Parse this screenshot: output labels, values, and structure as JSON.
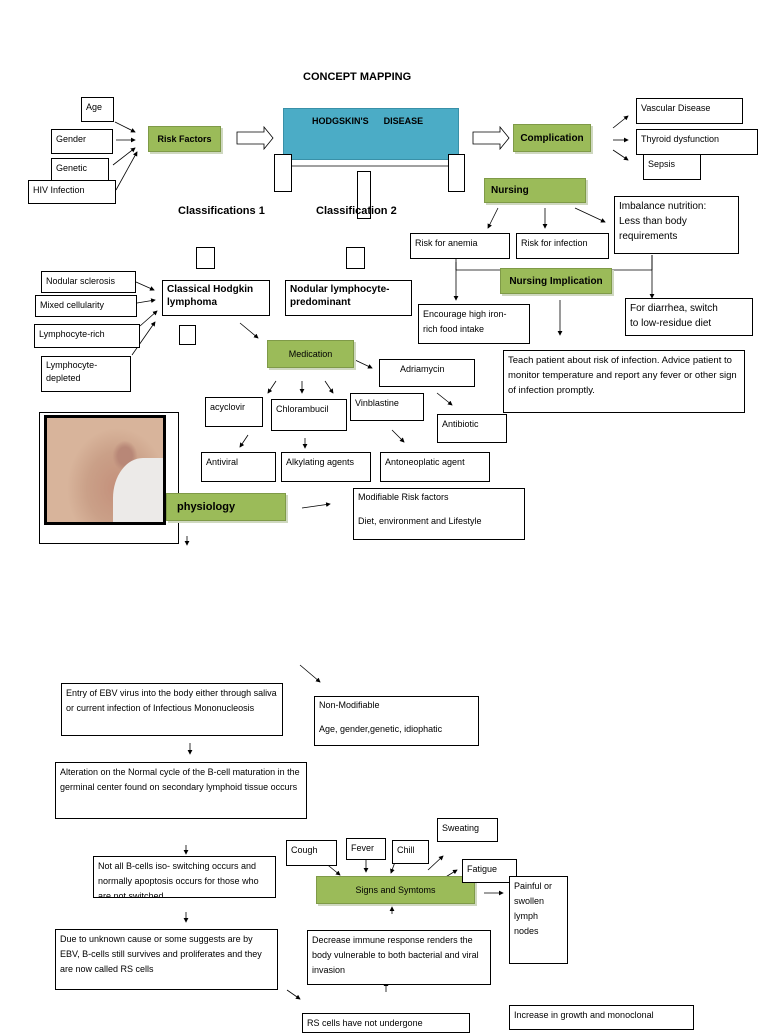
{
  "title": "CONCEPT MAPPING",
  "center": "HODGSKIN'S      DISEASE",
  "risk_factors": {
    "label": "Risk Factors",
    "items": [
      "Age",
      "Gender",
      "Genetic",
      "HIV Infection"
    ]
  },
  "complication": {
    "label": "Complication",
    "items": [
      "Vascular Disease",
      "Thyroid  dysfunction",
      "Sepsis"
    ]
  },
  "nursing": {
    "label": "Nursing",
    "implication_label": "Nursing Implication",
    "risk_anemia": "Risk for anemia",
    "risk_infection": "Risk for infection",
    "imbalance": "Imbalance nutrition:\nLess than body\nrequirements",
    "iron": "Encourage high  iron-\nrich food intake",
    "diarrhea": "For diarrhea, switch\nto low-residue diet",
    "teach": "Teach patient about risk of infection. Advice patient to monitor temperature and report any fever or other sign of infection promptly."
  },
  "classifications": {
    "c1": "Classifications  1",
    "c2": "Classification 2",
    "classical": "Classical Hodgkin\nlymphoma",
    "nodular": "Nodular lymphocyte-\npredominant",
    "subtypes": [
      "Nodular sclerosis",
      "Mixed cellularity",
      "Lymphocyte-rich",
      "Lymphocyte-\ndepleted"
    ]
  },
  "medication": {
    "label": "Medication",
    "drugs": [
      "acyclovir",
      "Chlorambucil",
      "Vinblastine",
      "Adriamycin"
    ],
    "classes": [
      "Antiviral",
      "Alkylating agents",
      "Antoneoplatic agent",
      "Antibiotic"
    ]
  },
  "pathophysiology": {
    "label": "physiology",
    "modifiable": "Modifiable Risk factors\n\nDiet, environment and Lifestyle",
    "non_modifiable": "Non-Modifiable\n\nAge, gender,genetic, idiophatic",
    "steps": [
      "Entry of EBV virus into the body either through saliva or current infection of Infectious Mononucleosis",
      "Alteration on the Normal cycle of the B-cell maturation in the germinal center found on secondary lymphoid tissue occurs",
      "Not all B-cells iso- switching occurs and normally apoptosis occurs for those who are not switched",
      "Due to unknown cause or some suggests are by EBV, B-cells still survives and proliferates and they are now called RS cells",
      "RS cells have not undergone"
    ]
  },
  "signs": {
    "label": "Signs and Symtoms",
    "items": [
      "Cough",
      "Fever",
      "Chill",
      "Sweating",
      "Fatigue"
    ],
    "painful": "Painful or\nswollen\nlymph\nnodes",
    "immune": "Decrease immune response renders the body vulnerable to both bacterial and viral invasion",
    "growth": "Increase in growth and monoclonal"
  }
}
